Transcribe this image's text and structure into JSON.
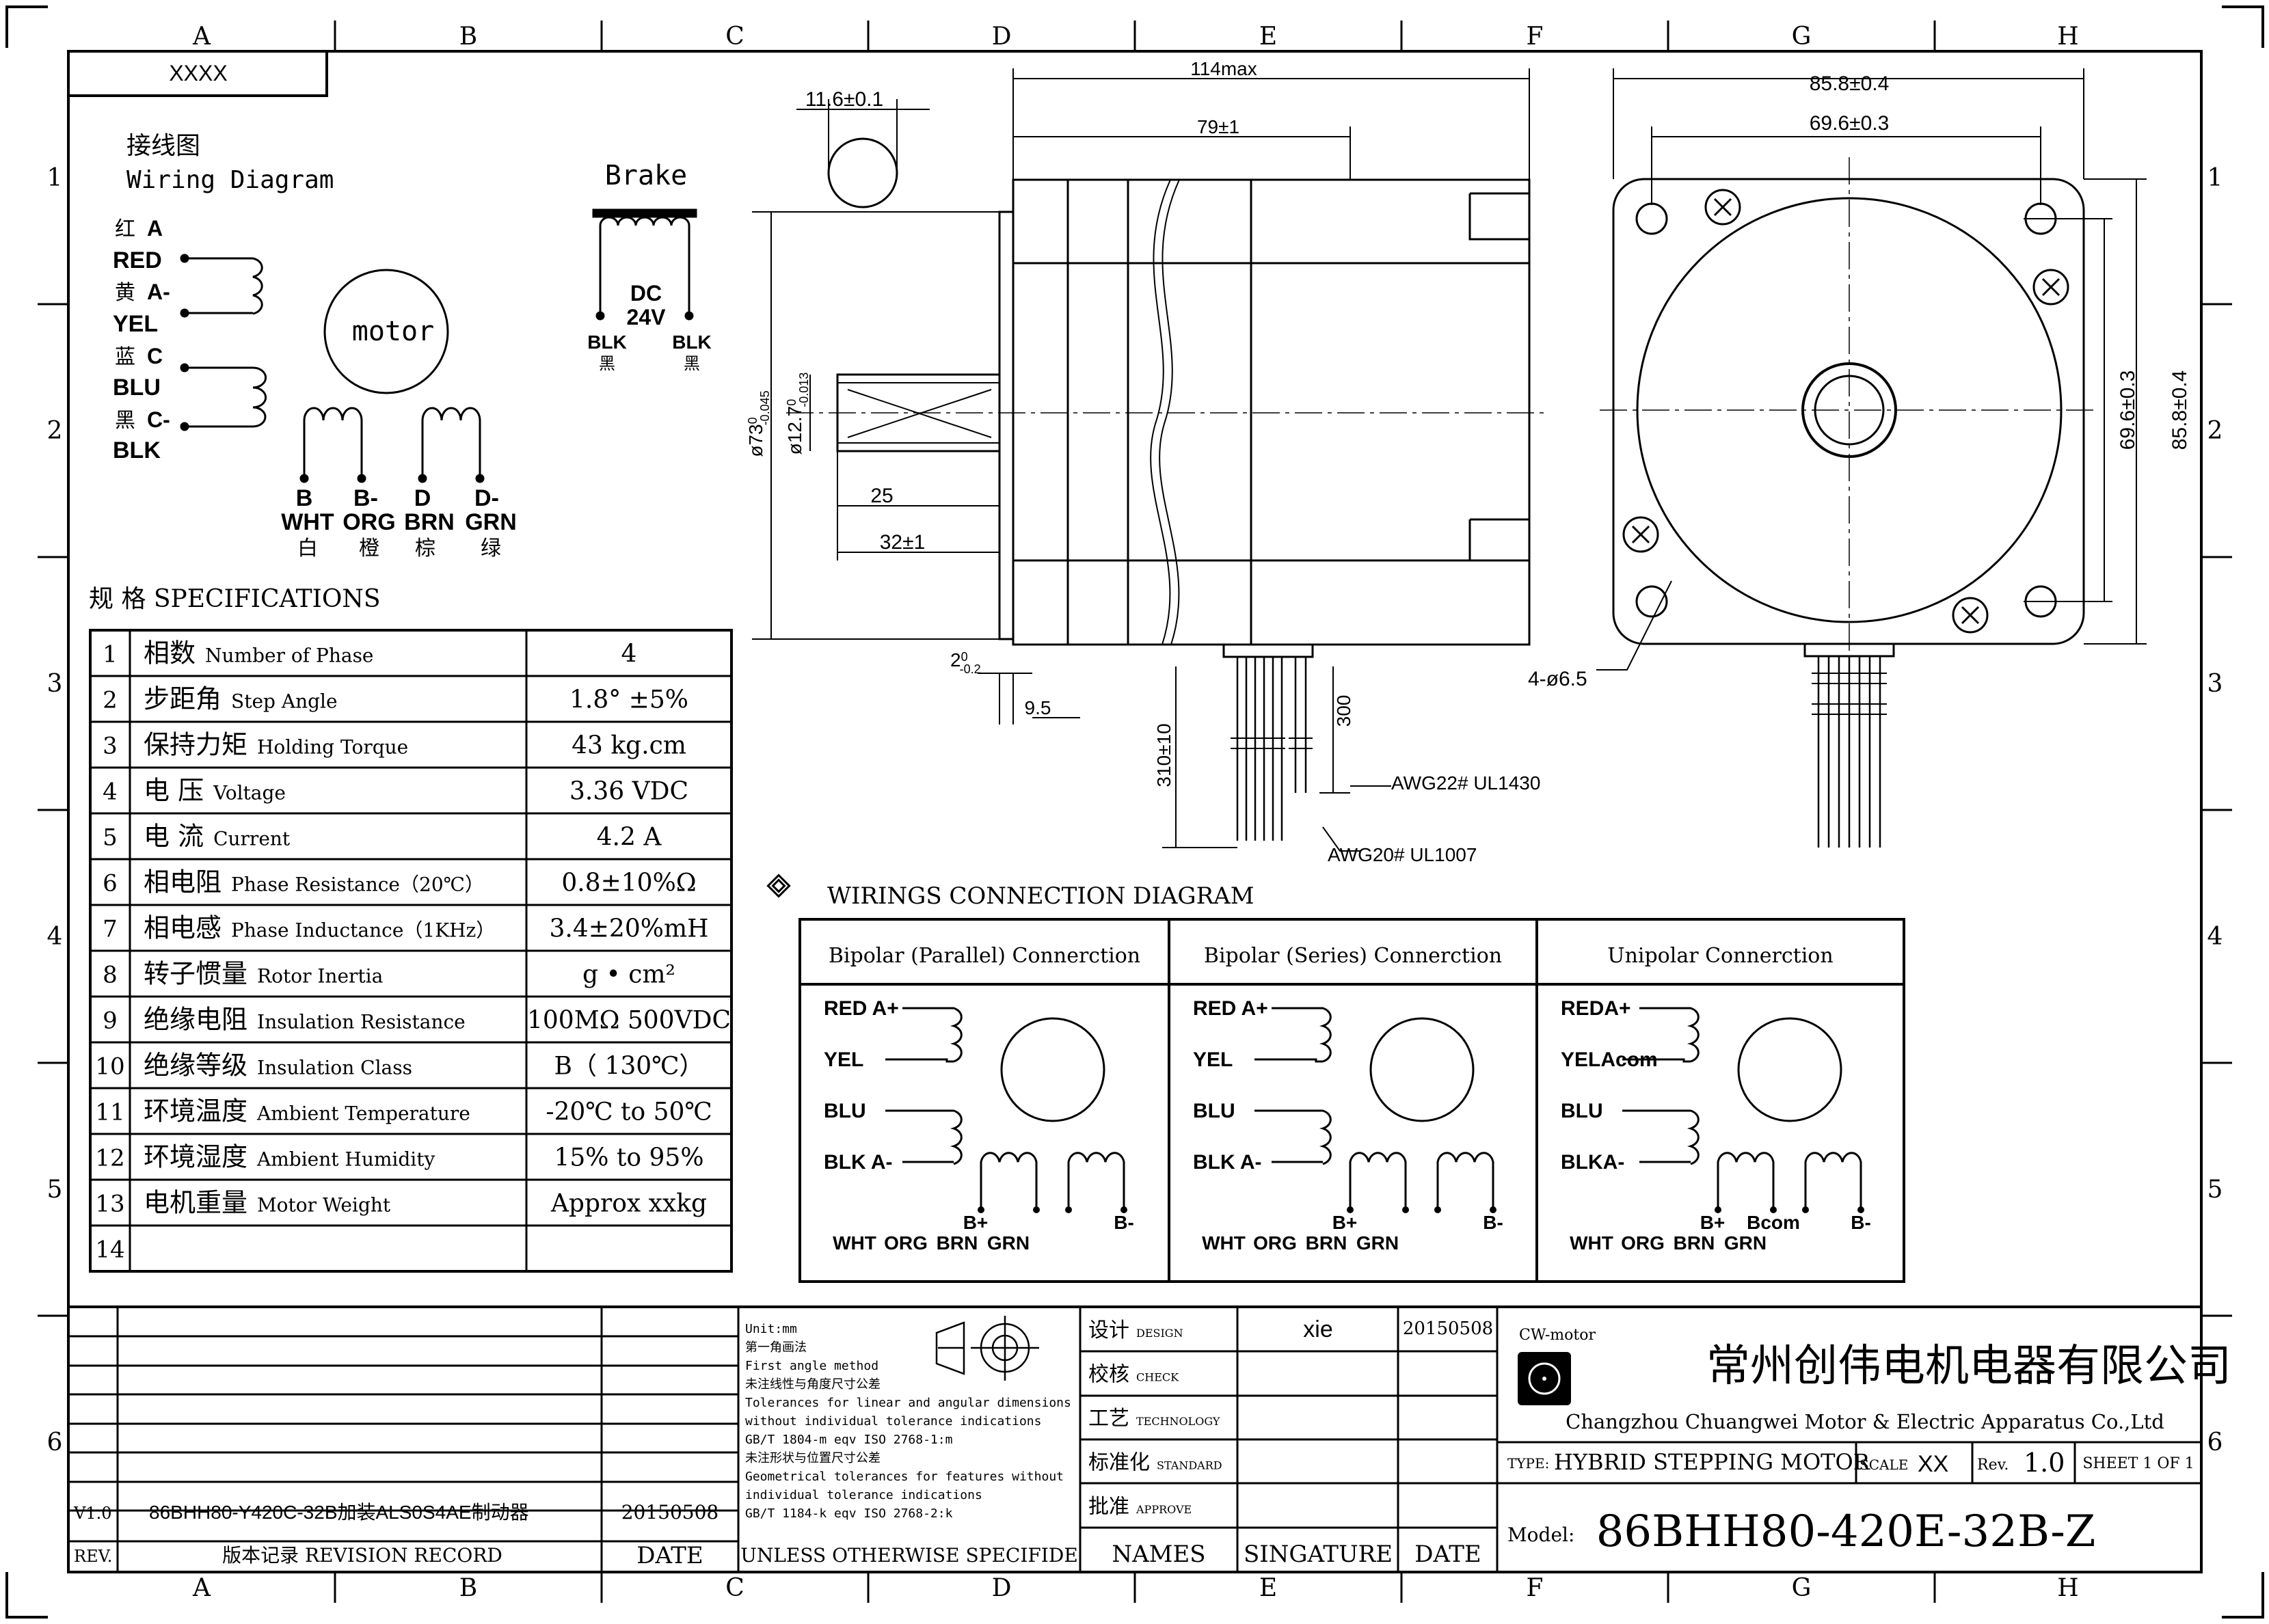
{
  "frame": {
    "columns": [
      "A",
      "B",
      "C",
      "D",
      "E",
      "F",
      "G",
      "H"
    ],
    "rows": [
      "1",
      "2",
      "3",
      "4",
      "5",
      "6"
    ]
  },
  "title_box": "XXXX",
  "wiring": {
    "title_cn": "接线图",
    "title_en": "Wiring Diagram",
    "motor_label": "motor",
    "phase_a": [
      {
        "cn": "红",
        "en": "A",
        "color": "RED"
      },
      {
        "cn": "黄",
        "en": "A-",
        "color": "YEL"
      }
    ],
    "phase_c": [
      {
        "cn": "蓝",
        "en": "C",
        "color": "BLU"
      },
      {
        "cn": "黑",
        "en": "C-",
        "color": "BLK"
      }
    ],
    "phase_b": [
      {
        "name": "B",
        "color": "WHT",
        "cn": "白"
      },
      {
        "name": "B-",
        "color": "ORG",
        "cn": "橙"
      },
      {
        "name": "D",
        "color": "BRN",
        "cn": "棕"
      },
      {
        "name": "D-",
        "color": "GRN",
        "cn": "绿"
      }
    ],
    "brake": {
      "label": "Brake",
      "dc": "DC",
      "voltage": "24V",
      "left": "BLK",
      "right": "BLK",
      "left_cn": "黑",
      "right_cn": "黑"
    }
  },
  "specs": {
    "title": "规 格 SPECIFICATIONS",
    "rows": [
      {
        "n": "1",
        "cn": "相数",
        "en": "Number of Phase",
        "value": "4"
      },
      {
        "n": "2",
        "cn": "步距角",
        "en": "Step Angle",
        "value": "1.8° ±5%"
      },
      {
        "n": "3",
        "cn": "保持力矩",
        "en": "Holding Torque",
        "value": "43 kg.cm"
      },
      {
        "n": "4",
        "cn": "电 压",
        "en": "Voltage",
        "value": "3.36 VDC"
      },
      {
        "n": "5",
        "cn": "电 流",
        "en": "Current",
        "value": "4.2 A"
      },
      {
        "n": "6",
        "cn": "相电阻",
        "en": "Phase Resistance（20℃）",
        "value": "0.8±10%Ω"
      },
      {
        "n": "7",
        "cn": "相电感",
        "en": "Phase Inductance（1KHz）",
        "value": "3.4±20%mH"
      },
      {
        "n": "8",
        "cn": "转子惯量",
        "en": "Rotor Inertia",
        "value": "g • cm²"
      },
      {
        "n": "9",
        "cn": "绝缘电阻",
        "en": "Insulation Resistance",
        "value": "100MΩ 500VDC"
      },
      {
        "n": "10",
        "cn": "绝缘等级",
        "en": "Insulation Class",
        "value": "B（ 130℃）"
      },
      {
        "n": "11",
        "cn": "环境温度",
        "en": "Ambient Temperature",
        "value": "-20℃ to 50℃"
      },
      {
        "n": "12",
        "cn": "环境湿度",
        "en": "Ambient Humidity",
        "value": "15% to 95%"
      },
      {
        "n": "13",
        "cn": "电机重量",
        "en": "Motor Weight",
        "value": "Approx xxkg"
      },
      {
        "n": "14",
        "cn": "",
        "en": "",
        "value": ""
      }
    ]
  },
  "dims": {
    "shaft_top": "11.6±0.1",
    "len_max": "114max",
    "body_len": "79±1",
    "flange_dia": "ø73",
    "flange_tol_up": "0",
    "flange_tol_dn": "-0.045",
    "shaft_dia": "ø12.7",
    "shaft_tol_up": "0",
    "shaft_tol_dn": "-0.013",
    "key_len": "25",
    "shaft_len": "32±1",
    "flange_thk": "2",
    "flange_thk_up": "0",
    "flange_thk_dn": "-0.2",
    "flange_w": "9.5",
    "lead_len": "310±10",
    "lead2_len": "300",
    "wire1": "AWG22# UL1430",
    "wire2": "AWG20# UL1007",
    "front_outer": "85.8±0.4",
    "front_hole": "69.6±0.3",
    "front_outer_v": "85.8±0.4",
    "front_hole_v": "69.6±0.3",
    "holes": "4-ø6.5"
  },
  "connection": {
    "title": "WIRINGS CONNECTION DIAGRAM",
    "panels": [
      {
        "title": "Bipolar (Parallel) Connerction",
        "left": [
          "RED A+",
          "YEL",
          "BLU",
          "BLK A-"
        ],
        "bottom_top": [
          "B+",
          "",
          "",
          "B-"
        ],
        "bottom": [
          "WHT",
          "ORG",
          "BRN",
          "GRN"
        ]
      },
      {
        "title": "Bipolar (Series) Connerction",
        "left": [
          "RED A+",
          "YEL",
          "BLU",
          "BLK A-"
        ],
        "bottom_top": [
          "B+",
          "",
          "",
          "B-"
        ],
        "bottom": [
          "WHT",
          "ORG",
          "BRN",
          "GRN"
        ]
      },
      {
        "title": "Unipolar  Connerction",
        "left": [
          "REDA+",
          "YELAcom",
          "BLU",
          "BLKA-"
        ],
        "bottom_top": [
          "B+",
          "Bcom",
          "",
          "B-"
        ],
        "bottom": [
          "WHT",
          "ORG",
          "BRN",
          "GRN"
        ]
      }
    ]
  },
  "title_block": {
    "rev_row": {
      "rev": "V1.0",
      "desc": "86BHH80-Y420C-32B加装ALS0S4AE制动器",
      "date": "20150508"
    },
    "rev_labels": {
      "rev": "REV.",
      "record": "版本记录 REVISION RECORD",
      "date": "DATE"
    },
    "notes": [
      "Unit:mm",
      "第一角画法",
      "First angle method",
      "未注线性与角度尺寸公差",
      "Tolerances for linear and angular dimensions",
      "without individual tolerance indications",
      "GB/T 1804-m eqv ISO 2768-1:m",
      "未注形状与位置尺寸公差",
      "Geometrical tolerances for features without",
      "individual tolerance indications",
      "GB/T 1184-k eqv ISO 2768-2:k"
    ],
    "unless": "UNLESS OTHERWISE SPECIFIDE",
    "sign_rows": [
      {
        "cn": "设计",
        "en": "DESIGN",
        "name": "xie",
        "date": "20150508"
      },
      {
        "cn": "校核",
        "en": "CHECK",
        "name": "",
        "date": ""
      },
      {
        "cn": "工艺",
        "en": "TECHNOLOGY",
        "name": "",
        "date": ""
      },
      {
        "cn": "标准化",
        "en": "STANDARD",
        "name": "",
        "date": ""
      },
      {
        "cn": "批准",
        "en": "APPROVE",
        "name": "",
        "date": ""
      }
    ],
    "sign_headers": [
      "NAMES",
      "SINGATURE",
      "DATE"
    ],
    "company_tag": "CW-motor",
    "company_cn": "常州创伟电机电器有限公司",
    "company_en": "Changzhou Chuangwei Motor & Electric Apparatus Co.,Ltd",
    "type_label": "TYPE:",
    "type_value": "HYBRID STEPPING MOTOR",
    "scale_label": "SCALE",
    "scale_value": "XX",
    "rev_label": "Rev.",
    "rev_value": "1.0",
    "sheet": "SHEET 1 OF 1",
    "model_label": "Model:",
    "model_value": "86BHH80-420E-32B-Z"
  }
}
